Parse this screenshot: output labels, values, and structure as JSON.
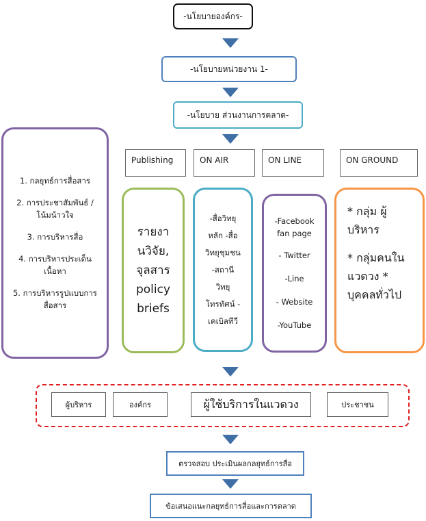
{
  "colors": {
    "arrow": "#3f6fa5",
    "blue_border": "#4f81bd",
    "teal_border": "#4bacc6",
    "purple_border": "#8064a2",
    "green_border": "#9bbb59",
    "orange_border": "#f79646",
    "red_dash": "#e02020"
  },
  "org_policy": "-นโยบายองค์กร-",
  "unit_policy": "-นโยบายหน่วยงาน 1-",
  "marketing_policy": "-นโยบาย ส่วนงานการตลาด-",
  "strategy_list": [
    "1. กลยุทธ์การสื่อสาร",
    "2. การประชาสัมพันธ์ / โน้มน้าวใจ",
    "3. การบริหารสื่อ",
    "4. การบริหารประเด็นเนื้อหา",
    "5. การบริหารรูปแบบการสื่อสาร"
  ],
  "channels": {
    "publishing": "Publishing",
    "on_air": "ON AIR",
    "on_line": "ON LINE",
    "on_ground": "ON GROUND"
  },
  "publishing_items": [
    "รายงา",
    "นวิจัย,",
    "จุลสาร",
    "policy",
    "briefs"
  ],
  "on_air_items": [
    "-สื่อวิทยุ",
    "หลัก -สื่อ",
    "วิทยุชุมชน",
    "-สถานี",
    "วิทยุ",
    "โทรทัศน์ -",
    "เคเบิลทีวี"
  ],
  "on_line_items": [
    "-Facebook fan page",
    "- Twitter",
    "-Line",
    "- Website",
    "-YouTube"
  ],
  "on_ground_items": [
    "* กลุ่ม ผู้บริหาร",
    "* กลุ่มคนใน แวดวง * บุคคลทั่วไป"
  ],
  "audience": {
    "executives": "ผู้บริหาร",
    "organization": "องค์กร",
    "service_users": "ผู้ใช้บริการในแวดวง",
    "public": "ประชาชน"
  },
  "evaluation": "ตรวจสอบ ประเมินผลกลยุทธ์การสื่อ",
  "recommendation": "ข้อเสนอแนะกลยุทธ์การสื่อและการตลาด"
}
